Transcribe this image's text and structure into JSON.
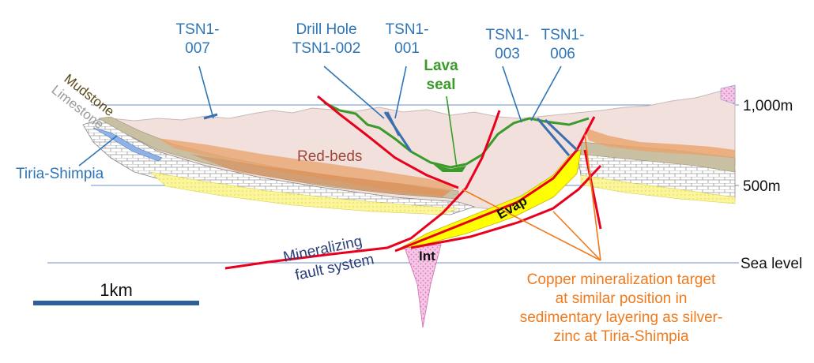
{
  "drill_holes": {
    "tsn1_007": {
      "line1": "TSN1-",
      "line2": "007"
    },
    "tsn1_002": {
      "line1": "Drill Hole",
      "line2": "TSN1-002"
    },
    "tsn1_001": {
      "line1": "TSN1-",
      "line2": "001"
    },
    "tsn1_003": {
      "line1": "TSN1-",
      "line2": "003"
    },
    "tsn1_006": {
      "line1": "TSN1-",
      "line2": "006"
    }
  },
  "labels": {
    "lava_seal_line1": "Lava",
    "lava_seal_line2": "seal",
    "mudstone": "Mudstone",
    "limestone": "Limestone",
    "tiria_shimpia": "Tiria-Shimpia",
    "red_beds": "Red-beds",
    "evap": "Evap",
    "int": "Int",
    "fault_line1": "Mineralizing",
    "fault_line2": "fault system"
  },
  "elevations": {
    "e1000": "1,000m",
    "e500": "500m",
    "sea_level": "Sea level"
  },
  "scale_bar": {
    "label": "1km"
  },
  "target_note": {
    "line1": "Copper mineralization target",
    "line2": "at similar position in",
    "line3": "sedimentary layering as silver-",
    "line4": "zinc at Tiria-Shimpia"
  },
  "colors": {
    "drill_blue": "#2e75b6",
    "fault_red": "#e8001c",
    "lava_green": "#3a9a2a",
    "target_orange": "#f07a1c",
    "evaporite_yellow": "#ffff00",
    "intrusion_pink": "#f3a8d8",
    "red_beds_fill": "#f2e0dc",
    "mudstone_fill": "#c9bfa2",
    "redbed_layer_orange": "#e9a36b"
  }
}
